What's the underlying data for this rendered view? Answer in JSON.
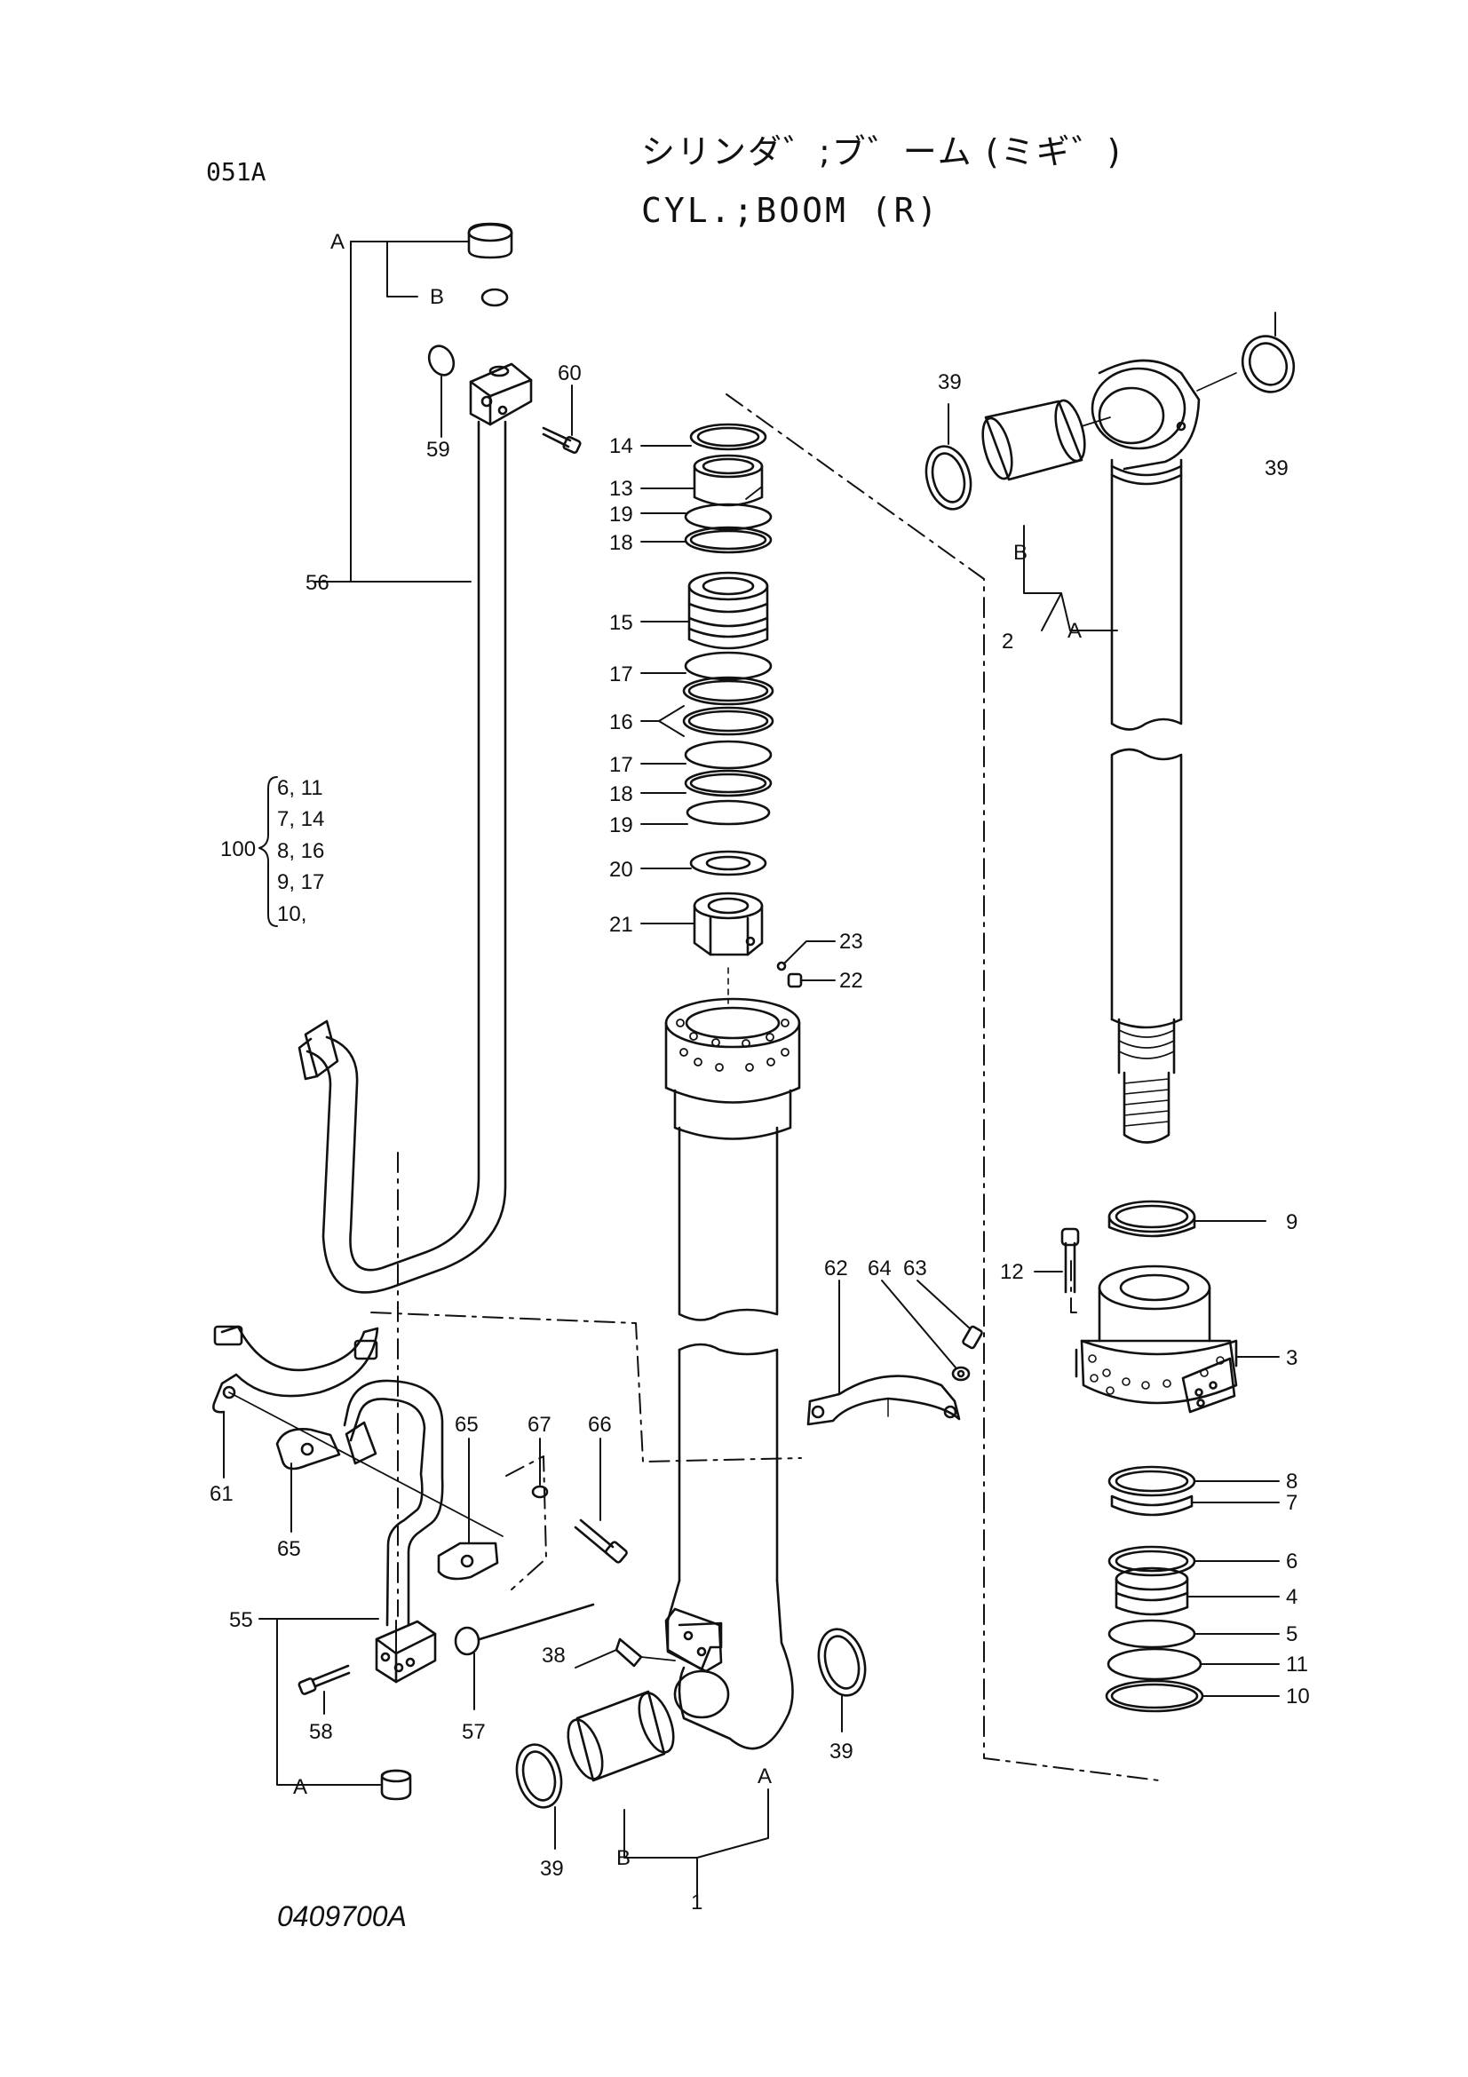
{
  "page_code": "051A",
  "title_jp": "シリンダ゛;ブ゛ーム (ミギ゛)",
  "title_en": "CYL.;BOOM (R)",
  "drawing_number": "0409700A",
  "kit": {
    "number": "100",
    "contents": [
      "6, 11",
      "7, 14",
      "8, 16",
      "9, 17",
      "10,"
    ]
  },
  "callouts": {
    "p1": "1",
    "p2": "2",
    "p3": "3",
    "p4": "4",
    "p5": "5",
    "p6": "6",
    "p7": "7",
    "p8": "8",
    "p9": "9",
    "p10": "10",
    "p11": "11",
    "p12": "12",
    "p13": "13",
    "p14": "14",
    "p15": "15",
    "p16": "16",
    "p17a": "17",
    "p17b": "17",
    "p18a": "18",
    "p18b": "18",
    "p19a": "19",
    "p19b": "19",
    "p20": "20",
    "p21": "21",
    "p22": "22",
    "p23": "23",
    "p38": "38",
    "p39a": "39",
    "p39b": "39",
    "p39c": "39",
    "p39d": "39",
    "p55": "55",
    "p56": "56",
    "p57": "57",
    "p58": "58",
    "p59": "59",
    "p60": "60",
    "p61": "61",
    "p62": "62",
    "p63": "63",
    "p64": "64",
    "p65a": "65",
    "p65b": "65",
    "p66": "66",
    "p67": "67"
  },
  "sub_labels": {
    "a_top": "A",
    "b_top": "B",
    "a_rod": "A",
    "b_rod": "B",
    "a_bottom": "A",
    "a_tube": "A",
    "b_tube": "B"
  }
}
